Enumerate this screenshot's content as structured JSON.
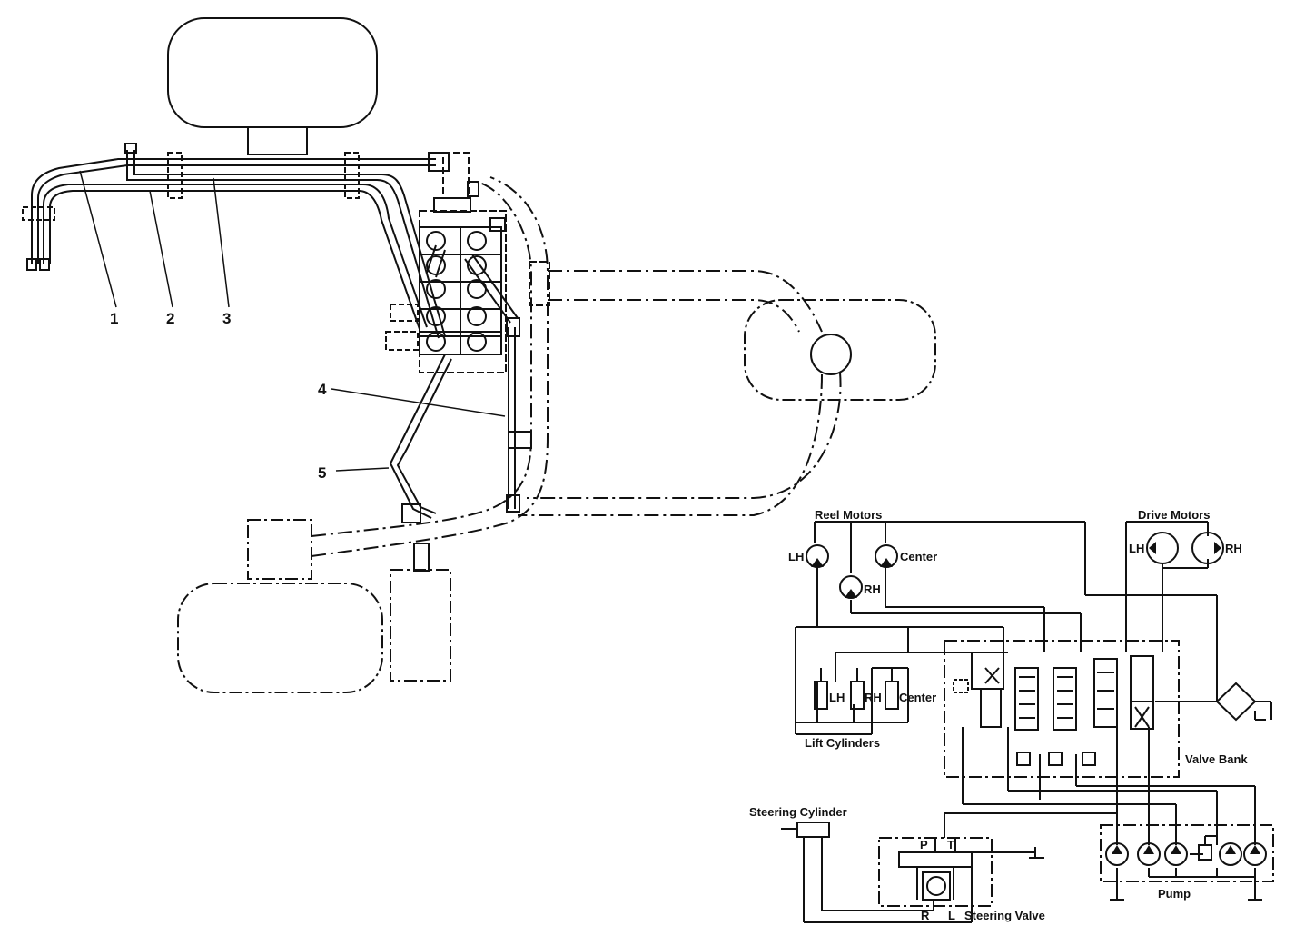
{
  "callouts": [
    "1",
    "2",
    "3",
    "4",
    "5"
  ],
  "schematic": {
    "reel_motors": {
      "title": "Reel Motors",
      "lh": "LH",
      "rh": "RH",
      "center": "Center"
    },
    "drive_motors": {
      "title": "Drive Motors",
      "lh": "LH",
      "rh": "RH"
    },
    "lift_cylinders": {
      "title": "Lift Cylinders",
      "lh": "LH",
      "rh": "RH",
      "center": "Center"
    },
    "valve_bank": "Valve Bank",
    "steering_cylinder": "Steering Cylinder",
    "steering_valve": {
      "title": "Steering Valve",
      "p": "P",
      "t": "T",
      "r": "R",
      "l": "L"
    },
    "pump": "Pump"
  },
  "colors": {
    "line": "#111111",
    "background": "#ffffff"
  }
}
